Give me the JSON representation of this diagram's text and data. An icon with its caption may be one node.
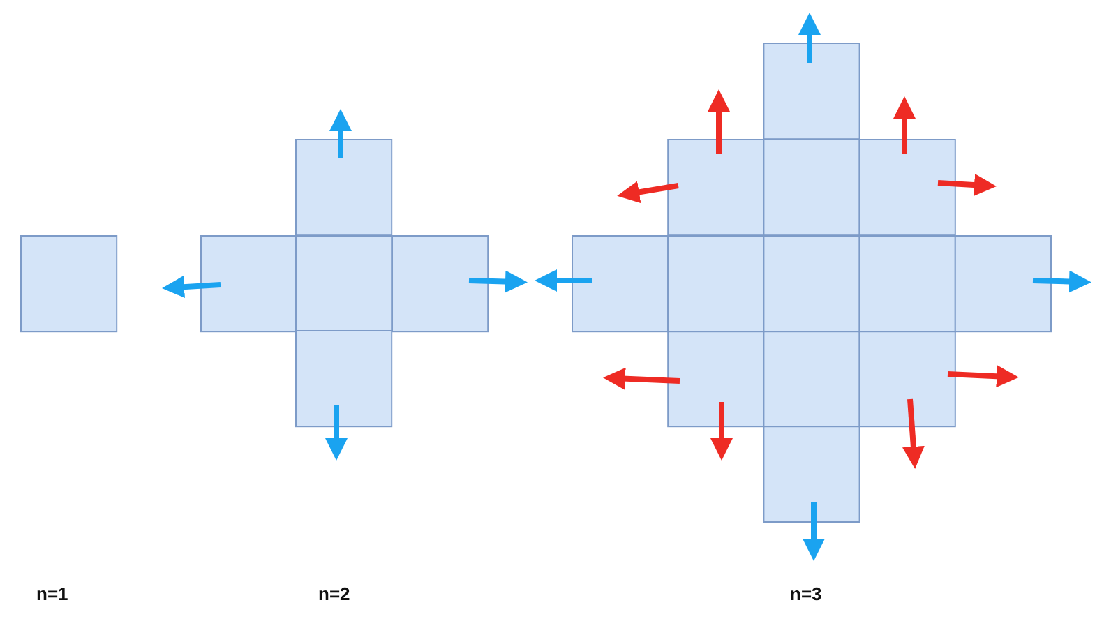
{
  "diagram": {
    "labels": [
      "n=1",
      "n=2",
      "n=3"
    ]
  }
}
